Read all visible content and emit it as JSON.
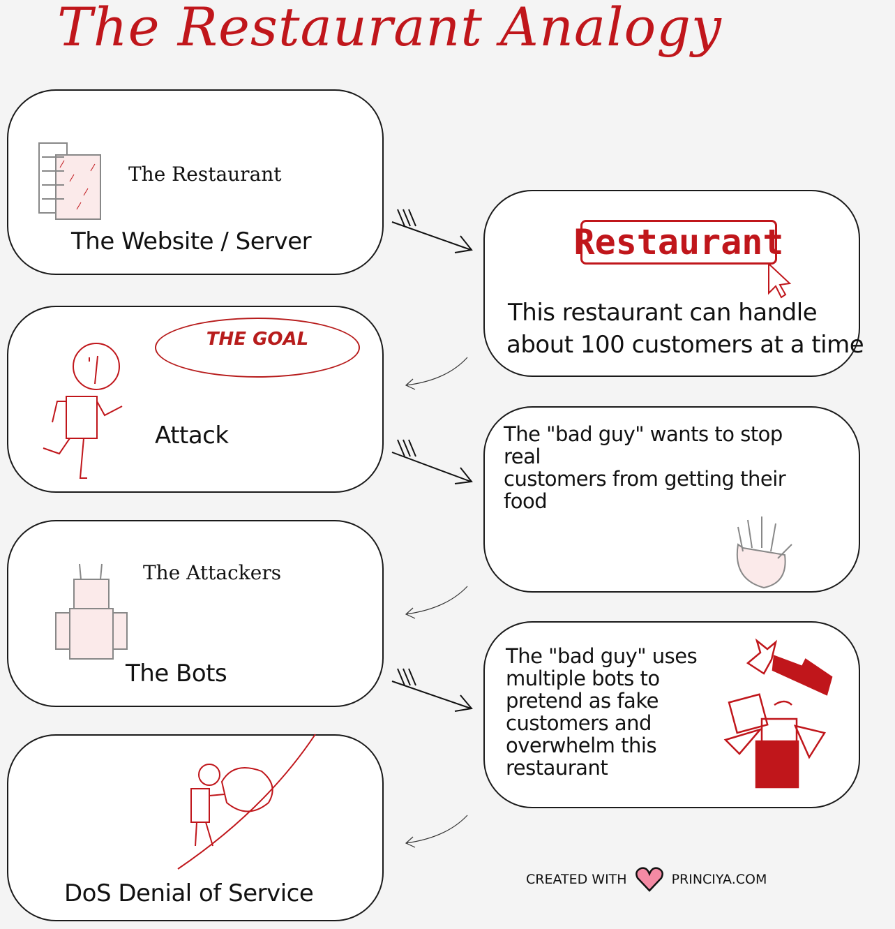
{
  "title": "The Restaurant Analogy",
  "left_boxes": [
    {
      "heading": "The Restaurant",
      "caption": "The Website / Server",
      "icon": "building-icon"
    },
    {
      "badge": "THE GOAL",
      "caption": "Attack",
      "icon": "running-person-icon"
    },
    {
      "heading": "The Attackers",
      "caption": "The Bots",
      "icon": "robot-icon"
    },
    {
      "caption": "DoS Denial of Service",
      "icon": "person-pushing-boulder-icon"
    }
  ],
  "right_boxes": [
    {
      "sign": "Restaurant",
      "lines": [
        "This restaurant can handle",
        "about 100 customers at a time"
      ],
      "icon": "cursor-icon"
    },
    {
      "lines": [
        "The \"bad guy\" wants to stop",
        "real",
        "customers from getting their",
        "food"
      ],
      "icon": "stop-hand-icon"
    },
    {
      "lines": [
        "The \"bad guy\" uses",
        "multiple bots to",
        "pretend as fake",
        "customers and",
        "overwhelm this",
        "restaurant"
      ],
      "icon": "social-media-icon"
    }
  ],
  "footer": {
    "prefix": "CREATED WITH",
    "brand": "PRINCIYA.COM",
    "icon": "heart-icon"
  },
  "colors": {
    "accent": "#c0161b",
    "background": "#f4f4f4",
    "heart": "#f48aa4"
  }
}
